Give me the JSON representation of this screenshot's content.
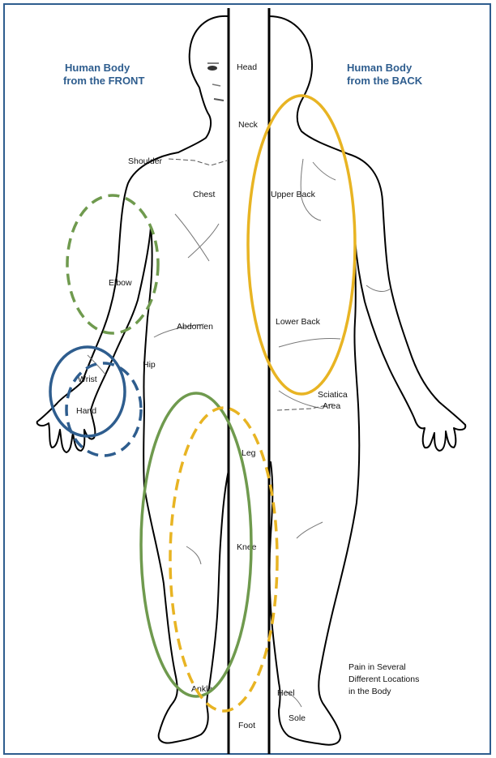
{
  "titles": {
    "front": [
      "Human Body",
      "from the FRONT"
    ],
    "back": [
      "Human Body",
      "from the BACK"
    ]
  },
  "labels": {
    "head": "Head",
    "neck": "Neck",
    "shoulder": "Shoulder",
    "chest": "Chest",
    "upper_back": "Upper Back",
    "elbow": "Elbow",
    "abdomen": "Abdomen",
    "lower_back": "Lower Back",
    "hip": "Hip",
    "wrist": "Wrist",
    "hand": "Hand",
    "sciatica": [
      "Sciatica",
      "Area"
    ],
    "leg": "Leg",
    "knee": "Knee",
    "ankle": "Ankle",
    "heel": "Heel",
    "sole": "Sole",
    "foot": "Foot"
  },
  "note": [
    "Pain in Several",
    "Different Locations",
    "in the Body"
  ],
  "colors": {
    "border": "#2e5d8e",
    "title": "#2e5d8e",
    "gold": "#e8b423",
    "green": "#6f9a4e",
    "blue": "#2e5d8e"
  },
  "regions": [
    {
      "name": "upper-back-region",
      "color": "gold",
      "style": "solid"
    },
    {
      "name": "elbow-region",
      "color": "green",
      "style": "dashed"
    },
    {
      "name": "wrist-region",
      "color": "blue",
      "style": "solid"
    },
    {
      "name": "hand-region",
      "color": "blue",
      "style": "dashed"
    },
    {
      "name": "leg-region",
      "color": "green",
      "style": "solid"
    },
    {
      "name": "knee-region",
      "color": "gold",
      "style": "dashed"
    }
  ]
}
